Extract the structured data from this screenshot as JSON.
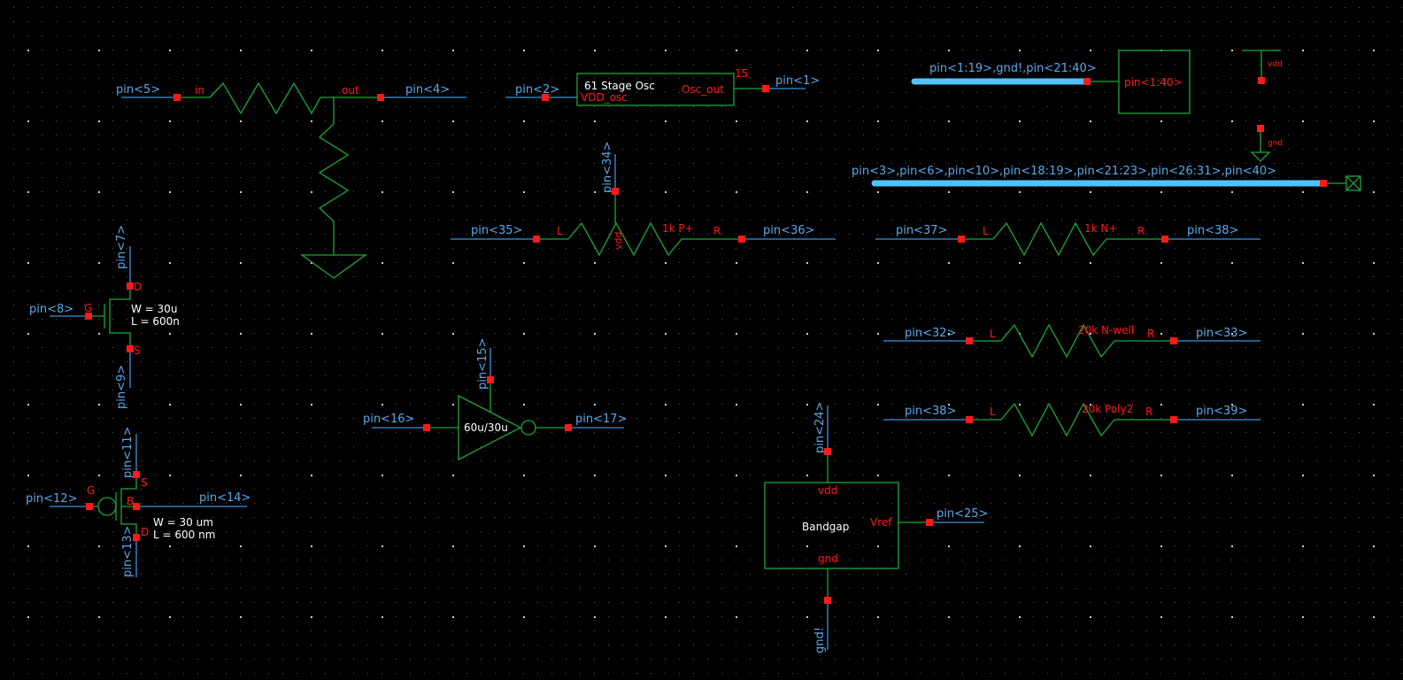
{
  "pins": {
    "p1": "pin<1>",
    "p2": "pin<2>",
    "p4": "pin<4>",
    "p5": "pin<5>",
    "p7": "pin<7>",
    "p8": "pin<8>",
    "p9": "pin<9>",
    "p11": "pin<11>",
    "p12": "pin<12>",
    "p13": "pin<13>",
    "p14": "pin<14>",
    "p15": "pin<15>",
    "p16": "pin<16>",
    "p17": "pin<17>",
    "p24": "pin<24>",
    "p25": "pin<25>",
    "p32": "pin<32>",
    "p33": "pin<33>",
    "p34": "pin<34>",
    "p35": "pin<35>",
    "p36": "pin<36>",
    "p37": "pin<37>",
    "p38a": "pin<38>",
    "p38b": "pin<38>",
    "p39": "pin<39>",
    "bus1": "pin<1:19>,gnd!,pin<21:40>",
    "bus2": "pin<3>,pin<6>,pin<10>,pin<18:19>,pin<21:23>,pin<26:31>,pin<40>",
    "gndbang": "gnd!"
  },
  "resistor_top": {
    "in": "in",
    "out": "out"
  },
  "osc": {
    "title": "61 Stage Osc",
    "vdd": "VDD_osc",
    "out": "Osc_out",
    "num": "15"
  },
  "box140": {
    "label": "pin<1:40>"
  },
  "supply": {
    "vdd": "vdd",
    "gnd": "gnd"
  },
  "res_pplus": {
    "left": "L",
    "right": "R",
    "value": "1k  P+",
    "mid": "vdd"
  },
  "res_nplus": {
    "left": "L",
    "right": "R",
    "value": "1k  N+"
  },
  "res_nwell": {
    "left": "L",
    "right": "R",
    "value": "20k  N-well"
  },
  "res_poly2": {
    "left": "L",
    "right": "R",
    "value": "20k  Poly2"
  },
  "nmos": {
    "d": "D",
    "g": "G",
    "s": "S",
    "w": "W = 30u",
    "l": "L = 600n"
  },
  "pmos": {
    "s": "S",
    "g": "G",
    "b": "B",
    "d": "D",
    "w": "W = 30 um",
    "l": "L = 600 nm"
  },
  "inverter": {
    "label": "60u/30u"
  },
  "bandgap": {
    "title": "Bandgap",
    "vdd": "vdd",
    "gnd": "gnd",
    "vref": "Vref"
  }
}
